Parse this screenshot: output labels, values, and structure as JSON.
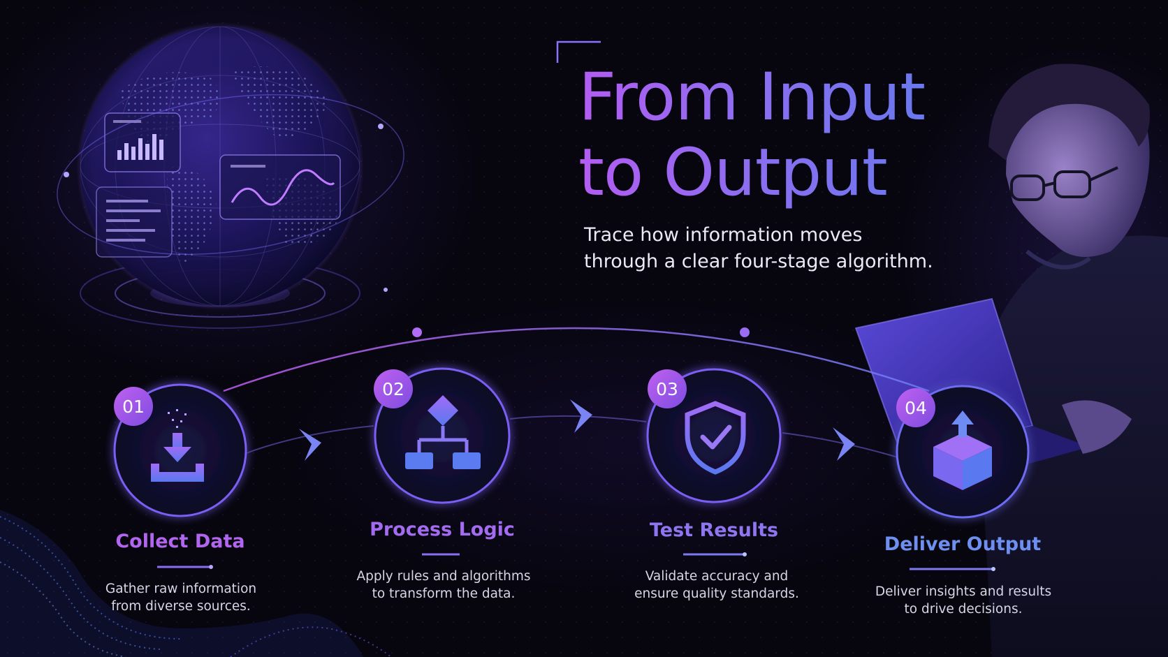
{
  "title": {
    "line1": "From Input",
    "line2": "to Output"
  },
  "subtitle": {
    "line1": "Trace how information moves",
    "line2": "through a clear four-stage algorithm."
  },
  "steps": [
    {
      "number": "01",
      "label": "Collect Data",
      "desc_line1": "Gather raw information",
      "desc_line2": "from diverse sources.",
      "icon": "download-tray-icon"
    },
    {
      "number": "02",
      "label": "Process Logic",
      "desc_line1": "Apply rules and algorithms",
      "desc_line2": "to transform the data.",
      "icon": "flowchart-icon"
    },
    {
      "number": "03",
      "label": "Test Results",
      "desc_line1": "Validate accuracy and",
      "desc_line2": "ensure quality standards.",
      "icon": "shield-check-icon"
    },
    {
      "number": "04",
      "label": "Deliver Output",
      "desc_line1": "Deliver insights and results",
      "desc_line2": "to drive decisions.",
      "icon": "package-upload-icon"
    }
  ],
  "colors": {
    "background": "#07060f",
    "accent_purple": "#b35cf2",
    "accent_blue": "#6a78ee",
    "label_violet": "#a96ef0",
    "label_blue": "#6f8ff0",
    "text_light": "#eceaf6"
  }
}
